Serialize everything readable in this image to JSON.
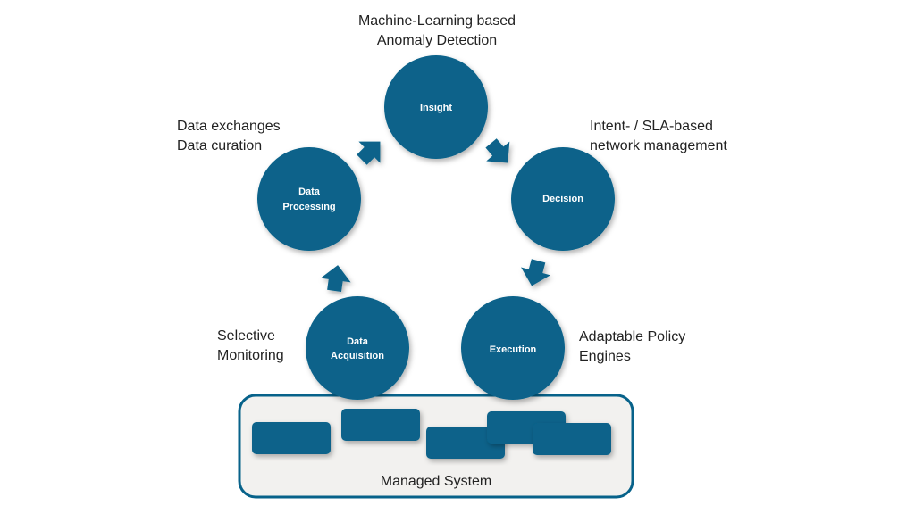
{
  "colors": {
    "node": "#07628a",
    "system_bg": "#f2f1ef",
    "text": "#222222"
  },
  "nodes": {
    "insight": {
      "line1": "Insight"
    },
    "data_processing": {
      "line1": "Data",
      "line2": "Processing"
    },
    "decision": {
      "line1": "Decision"
    },
    "data_acquisition": {
      "line1": "Data",
      "line2": "Acquisition"
    },
    "execution": {
      "line1": "Execution"
    }
  },
  "annotations": {
    "insight": {
      "line1": "Machine-Learning based",
      "line2": "Anomaly Detection"
    },
    "data_processing": {
      "line1": "Data exchanges",
      "line2": "Data curation"
    },
    "decision": {
      "line1": "Intent- / SLA-based",
      "line2": "network management"
    },
    "data_acquisition": {
      "line1": "Selective",
      "line2": "Monitoring"
    },
    "execution": {
      "line1": "Adaptable Policy",
      "line2": "Engines"
    }
  },
  "managed_system": {
    "label": "Managed System"
  }
}
